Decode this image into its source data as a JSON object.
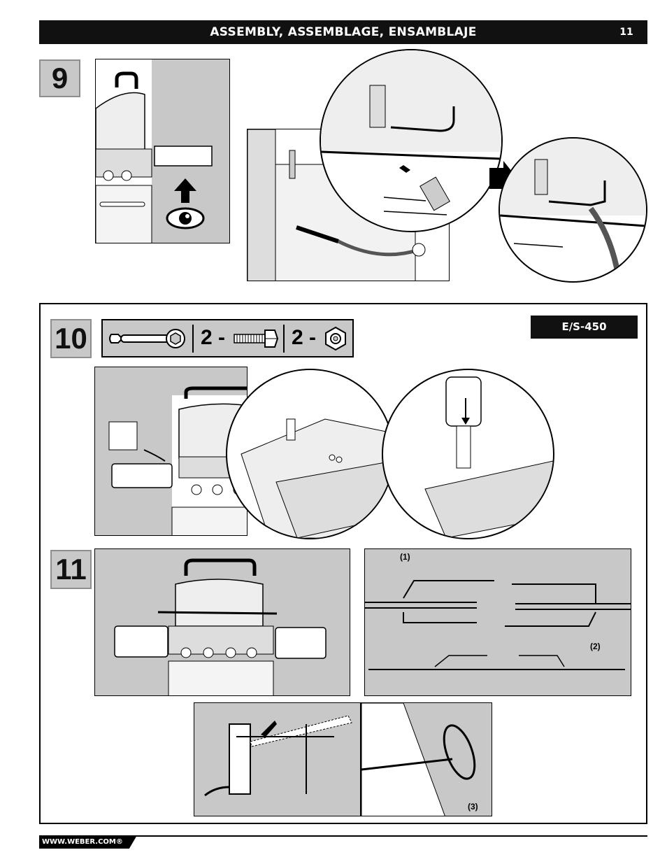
{
  "header": {
    "title": "ASSEMBLY, ASSEMBLAGE, ENSAMBLAJE",
    "page_number": "11"
  },
  "steps": {
    "step9": {
      "number": "9"
    },
    "step10": {
      "number": "10",
      "model_badge": "E/S-450",
      "hardware": {
        "bolt_qty": "2 -",
        "nut_qty": "2 -"
      }
    },
    "step11": {
      "number": "11",
      "callouts": [
        "(1)",
        "(2)",
        "(3)"
      ]
    }
  },
  "footer": {
    "website": "WWW.WEBER.COM®"
  },
  "colors": {
    "panel_gray": "#c8c8c8",
    "header_black": "#111111"
  }
}
